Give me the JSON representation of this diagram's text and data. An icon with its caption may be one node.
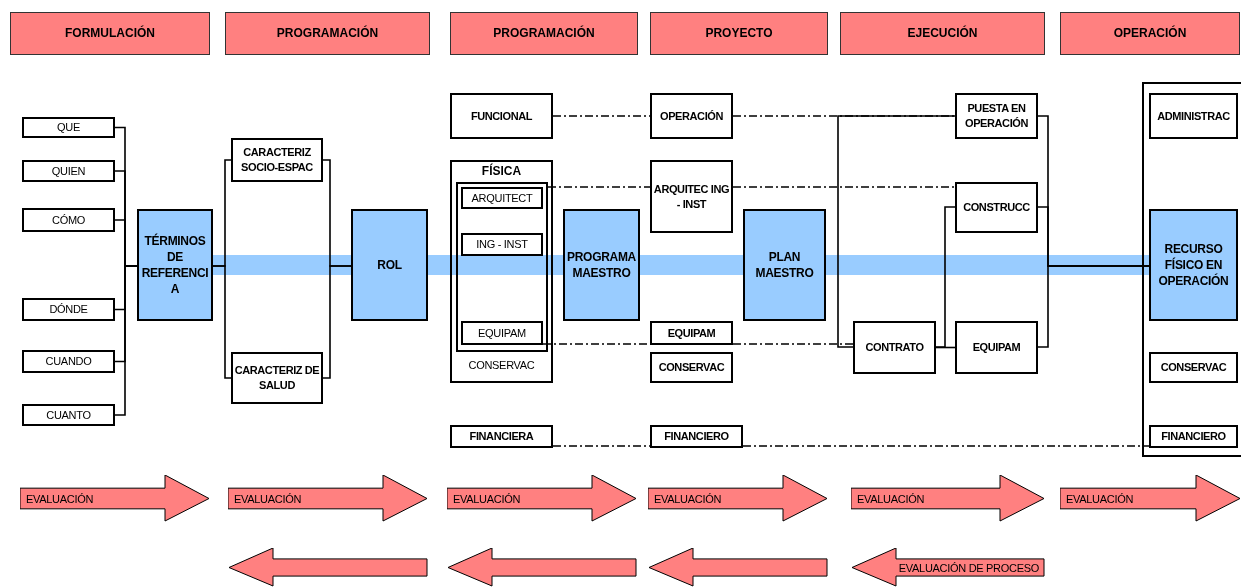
{
  "diagram": {
    "nodes": [
      {
        "text": [
          "FORMULACIÓN"
        ]
      },
      {
        "text": [
          "PROGRAMACIÓN"
        ]
      },
      {
        "text": [
          "PROGRAMACIÓN"
        ]
      },
      {
        "text": [
          "PROYECTO"
        ]
      },
      {
        "text": [
          "EJECUCIÓN"
        ]
      },
      {
        "text": [
          "OPERACIÓN"
        ]
      },
      {
        "text": [
          "QUE"
        ]
      },
      {
        "text": [
          "QUIEN"
        ]
      },
      {
        "text": [
          "CÓMO"
        ]
      },
      {
        "text": [
          "DÓNDE"
        ]
      },
      {
        "text": [
          "CUANDO"
        ]
      },
      {
        "text": [
          "CUANTO"
        ]
      },
      {
        "text": [
          "TÉRMINOS DE REFERENCIA"
        ]
      },
      {
        "text": [
          "CARACTERIZ SOCIO-ESPAC"
        ]
      },
      {
        "text": [
          "CARACTERIZ DE SALUD"
        ]
      },
      {
        "text": [
          "ROL"
        ]
      },
      {
        "text": [
          "FUNCIONAL"
        ]
      },
      {
        "text": [
          "FÍSICA",
          "CONSERVAC"
        ]
      },
      {
        "text": [],
        "shape": "box",
        "in": 17
      },
      {
        "text": [
          "ARQUITECT"
        ],
        "in": 18
      },
      {
        "text": [
          "ING - INST"
        ],
        "in": 18
      },
      {
        "text": [
          "EQUIPAM"
        ],
        "in": 18
      },
      {
        "text": [
          "FINANCIERA"
        ]
      },
      {
        "text": [
          "PROGRAMA MAESTRO"
        ]
      },
      {
        "text": [
          "OPERACIÓN"
        ]
      },
      {
        "text": [
          "ARQUITEC ING - INST"
        ]
      },
      {
        "text": [
          "EQUIPAM"
        ]
      },
      {
        "text": [
          "CONSERVAC"
        ]
      },
      {
        "text": [
          "FINANCIERO"
        ]
      },
      {
        "text": [
          "PLAN MAESTRO"
        ]
      },
      {
        "text": [
          "PUESTA EN OPERACIÓN"
        ]
      },
      {
        "text": [
          "CONSTRUCC"
        ]
      },
      {
        "text": [
          "CONTRATO"
        ]
      },
      {
        "text": [
          "EQUIPAM"
        ]
      },
      {
        "text": [],
        "shape": "box"
      },
      {
        "text": [
          "ADMINISTRAC"
        ],
        "in": 34
      },
      {
        "text": [
          "RECURSO FÍSICO EN OPERACIÓN"
        ],
        "in": 34
      },
      {
        "text": [
          "CONSERVAC"
        ],
        "in": 34
      },
      {
        "text": [
          "FINANCIERO"
        ],
        "in": 34
      },
      {
        "text": [
          "EVALUACIÓN"
        ]
      },
      {
        "text": [
          "EVALUACIÓN"
        ]
      },
      {
        "text": [
          "EVALUACIÓN"
        ]
      },
      {
        "text": [
          "EVALUACIÓN"
        ]
      },
      {
        "text": [
          "EVALUACIÓN"
        ]
      },
      {
        "text": [
          "EVALUACIÓN"
        ]
      },
      {
        "text": [],
        "shape": "arrow"
      },
      {
        "text": [],
        "shape": "arrow"
      },
      {
        "text": [],
        "shape": "arrow"
      },
      {
        "text": [
          "EVALUACIÓN DE PROCESO"
        ]
      }
    ],
    "edges": [
      {
        "from": 6,
        "to": 12,
        "arrow": "none"
      },
      {
        "from": 7,
        "to": 12,
        "arrow": "none"
      },
      {
        "from": 8,
        "to": 12,
        "arrow": "none"
      },
      {
        "from": 9,
        "to": 12,
        "arrow": "none"
      },
      {
        "from": 10,
        "to": 12,
        "arrow": "none"
      },
      {
        "from": 11,
        "to": 12,
        "arrow": "none"
      },
      {
        "from": 12,
        "to": 15,
        "arrow": "none",
        "style": "thick",
        "color": "#99ccff"
      },
      {
        "from": 12,
        "to": 13,
        "arrow": "none"
      },
      {
        "from": 12,
        "to": 14,
        "arrow": "none"
      },
      {
        "from": 13,
        "to": 15,
        "arrow": "none"
      },
      {
        "from": 14,
        "to": 15,
        "arrow": "none"
      },
      {
        "from": 15,
        "to": 23,
        "arrow": "none",
        "style": "thick",
        "color": "#99ccff"
      },
      {
        "from": 23,
        "to": 29,
        "arrow": "none",
        "style": "thick",
        "color": "#99ccff"
      },
      {
        "from": 29,
        "to": 36,
        "arrow": "none",
        "style": "thick",
        "color": "#99ccff"
      },
      {
        "from": 16,
        "to": 24,
        "arrow": "none",
        "style": "dashed"
      },
      {
        "from": 18,
        "to": 25,
        "arrow": "none",
        "style": "dashed"
      },
      {
        "from": 21,
        "to": 26,
        "arrow": "none",
        "style": "dashed"
      },
      {
        "from": 22,
        "to": 28,
        "arrow": "none",
        "style": "dashed"
      },
      {
        "from": 24,
        "to": 30,
        "arrow": "none",
        "style": "dashed"
      },
      {
        "from": 30,
        "to": 32,
        "arrow": "none"
      },
      {
        "from": 25,
        "to": 31,
        "arrow": "none",
        "style": "dashed"
      },
      {
        "from": 26,
        "to": 32,
        "arrow": "none",
        "style": "dashed"
      },
      {
        "from": 32,
        "to": 31,
        "arrow": "none"
      },
      {
        "from": 32,
        "to": 33,
        "arrow": "none"
      },
      {
        "from": 30,
        "to": 36,
        "arrow": "none"
      },
      {
        "from": 31,
        "to": 36,
        "arrow": "none"
      },
      {
        "from": 33,
        "to": 36,
        "arrow": "none"
      },
      {
        "from": 28,
        "to": 38,
        "arrow": "none",
        "style": "dashed"
      }
    ]
  }
}
